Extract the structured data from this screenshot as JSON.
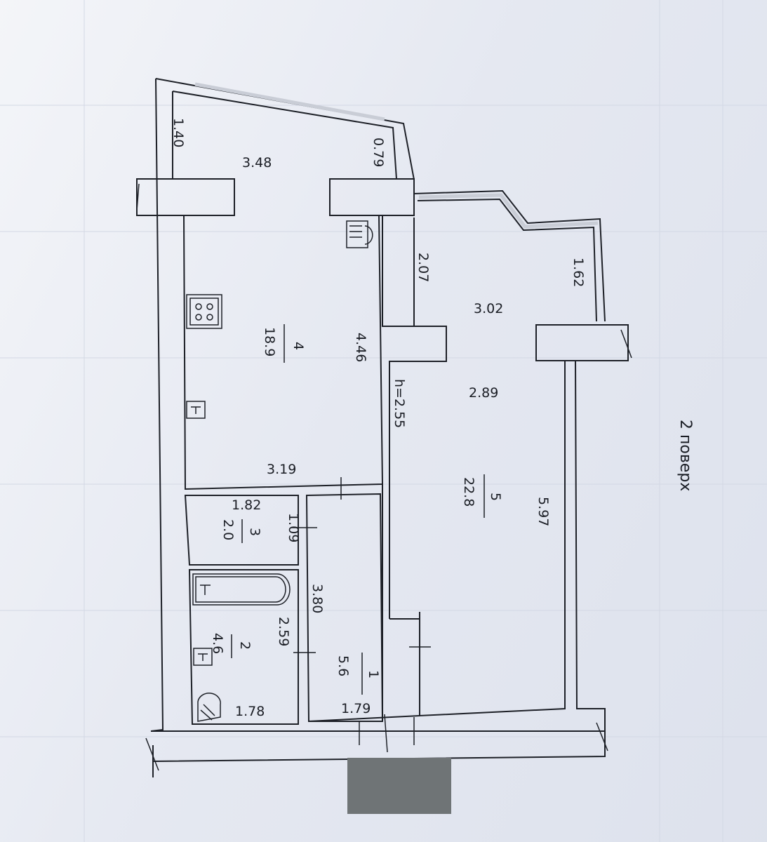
{
  "floor_label": "2 поверх",
  "ceiling_height": "h=2.55",
  "rooms": [
    {
      "id": "1",
      "area": "5.6"
    },
    {
      "id": "2",
      "area": "4.6"
    },
    {
      "id": "3",
      "area": "2.0"
    },
    {
      "id": "4",
      "area": "18.9"
    },
    {
      "id": "5",
      "area": "22.8"
    }
  ],
  "dimensions": {
    "balcony_left_width": "3.48",
    "balcony_left_depth": "1.40",
    "balcony_left_end": "0.79",
    "kitchen_length": "4.46",
    "kitchen_width": "3.19",
    "bay_depth_left": "2.07",
    "bay_width": "3.02",
    "bay_depth_right": "1.62",
    "room5_width": "2.89",
    "room5_length": "5.97",
    "toilet_width": "1.82",
    "toilet_depth": "1.09",
    "bath_length": "2.59",
    "bath_width": "1.78",
    "hall_length": "3.80",
    "hall_width": "1.79"
  }
}
